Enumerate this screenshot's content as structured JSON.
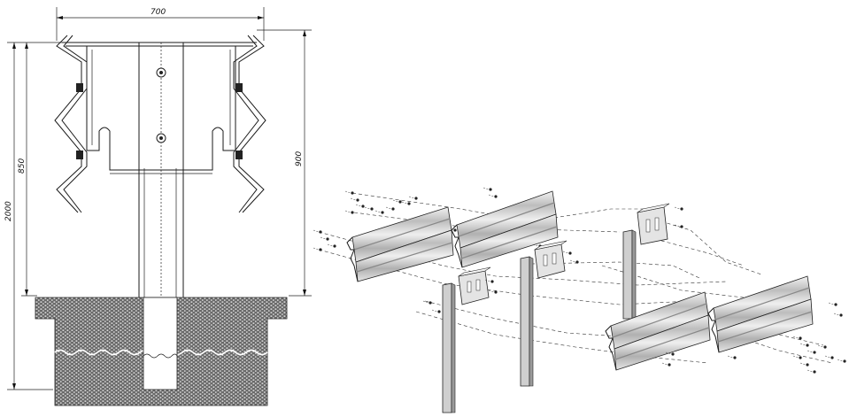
{
  "section_view": {
    "dimensions": {
      "width_top": "700",
      "height_rail_top": "900",
      "height_850": "850",
      "height_total": "2000"
    }
  },
  "colors": {
    "line": "#1a1a1a",
    "rail_fill": "#d9d9d9",
    "soil_fill": "#5a5a5a",
    "paper": "#ffffff"
  }
}
